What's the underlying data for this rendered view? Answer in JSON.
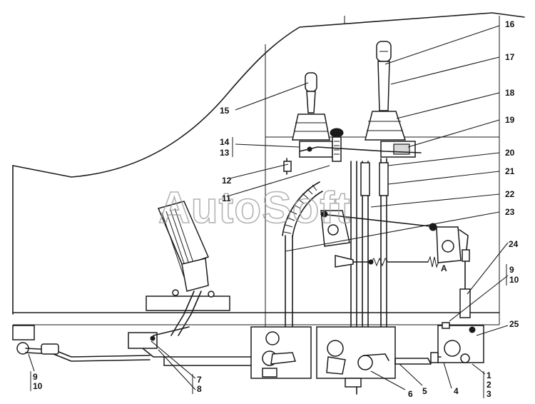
{
  "watermark": "AutoSoft",
  "callouts": [
    {
      "id": "16",
      "text": "16"
    },
    {
      "id": "17",
      "text": "17"
    },
    {
      "id": "18",
      "text": "18"
    },
    {
      "id": "19",
      "text": "19"
    },
    {
      "id": "20",
      "text": "20"
    },
    {
      "id": "21",
      "text": "21"
    },
    {
      "id": "22",
      "text": "22"
    },
    {
      "id": "23",
      "text": "23"
    },
    {
      "id": "15",
      "text": "15"
    },
    {
      "id": "14",
      "text": "14"
    },
    {
      "id": "13",
      "text": "13"
    },
    {
      "id": "12",
      "text": "12"
    },
    {
      "id": "11",
      "text": "11"
    },
    {
      "id": "24",
      "text": "24"
    },
    {
      "id": "9r",
      "text": "9"
    },
    {
      "id": "10r",
      "text": "10"
    },
    {
      "id": "25",
      "text": "25"
    },
    {
      "id": "1",
      "text": "1"
    },
    {
      "id": "2",
      "text": "2"
    },
    {
      "id": "3",
      "text": "3"
    },
    {
      "id": "4",
      "text": "4"
    },
    {
      "id": "5",
      "text": "5"
    },
    {
      "id": "6",
      "text": "6"
    },
    {
      "id": "7",
      "text": "7"
    },
    {
      "id": "8",
      "text": "8"
    },
    {
      "id": "9l",
      "text": "9"
    },
    {
      "id": "10l",
      "text": "10"
    },
    {
      "id": "A",
      "text": "A"
    }
  ]
}
